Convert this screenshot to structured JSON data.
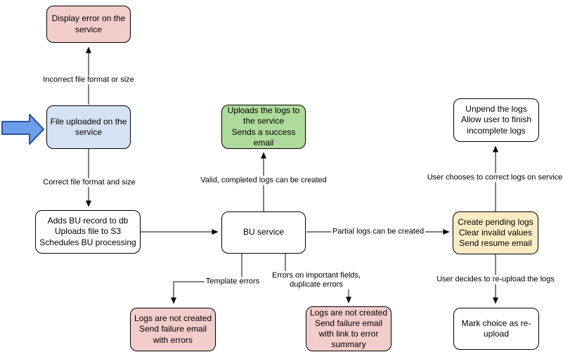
{
  "colors": {
    "error_fill": "#f2cdca",
    "input_fill": "#d5e2f3",
    "success_fill": "#aeda9b",
    "pending_fill": "#fbecc3",
    "process_fill": "#ffffff",
    "node_border": "#000000",
    "line": "#000000",
    "entry_arrow_fill": "#6d9eeb",
    "entry_arrow_stroke": "#2a5699"
  },
  "nodes": {
    "display_error": {
      "label": "Display error on the service"
    },
    "file_uploaded": {
      "label": "File uploaded on the service"
    },
    "adds_bu_record": {
      "label": "Adds BU record to db\nUploads file to S3\nSchedules BU processing"
    },
    "bu_service": {
      "label": "BU service"
    },
    "upload_success": {
      "label": "Uploads the logs to the service\nSends a success email"
    },
    "create_pending": {
      "label": "Create pending logs\nClear invalid values\nSend resume email"
    },
    "unpend_logs": {
      "label": "Unpend the logs\nAllow user to finish incomplete logs"
    },
    "mark_reupload": {
      "label": "Mark choice as re-upload"
    },
    "template_errors_fail": {
      "label": "Logs are not created\nSend failure email with errors"
    },
    "field_errors_fail": {
      "label": "Logs are not created\nSend failure email with link to error summary"
    }
  },
  "edges": {
    "incorrect_format": {
      "label": "Incorrect file format or size"
    },
    "correct_format": {
      "label": "Correct file format and size"
    },
    "valid_logs": {
      "label": "Valid, completed logs can be created"
    },
    "partial_logs": {
      "label": "Partial logs can be created"
    },
    "template_errors": {
      "label": "Template errors"
    },
    "important_field_errors": {
      "label": "Errors on important fields,\nduplicate errors"
    },
    "user_corrects": {
      "label": "User chooses to correct logs on service"
    },
    "user_reuploads": {
      "label": "User decides to re-upload the logs"
    }
  }
}
